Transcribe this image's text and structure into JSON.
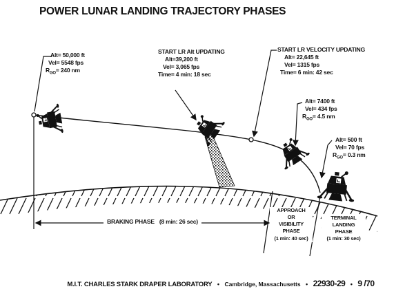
{
  "title": "POWER LUNAR LANDING TRAJECTORY PHASES",
  "callouts": {
    "ignition": {
      "alt": "Alt= 50,000 ft",
      "vel": "Vel= 5548 fps",
      "rgo_base": "R",
      "rgo_sub": "GO",
      "rgo_rest": "= 240 nm"
    },
    "lr_alt": {
      "title": "START LR Alt UPDATING",
      "alt": "Alt=39,200 ft",
      "vel": "Vel= 3,065 fps",
      "time": "Time= 4 min: 18 sec"
    },
    "lr_vel": {
      "title": "START LR VELOCITY UPDATING",
      "alt": "Alt= 22,645 ft",
      "vel": "Vel= 1315 fps",
      "time": "Time= 6 min: 42 sec"
    },
    "highgate": {
      "alt": "Alt= 7400 ft",
      "vel": "Vel= 434 fps",
      "rgo_base": "R",
      "rgo_sub": "GO",
      "rgo_rest": "= 4.5 nm"
    },
    "lowgate": {
      "alt": "Alt= 500 ft",
      "vel": "Vel= 70 fps",
      "rgo_base": "R",
      "rgo_sub": "GO",
      "rgo_rest": "= 0.3 nm"
    }
  },
  "phases": {
    "braking": {
      "label": "BRAKING PHASE",
      "duration": "(8 min: 26 sec)"
    },
    "approach": {
      "line1": "APPROACH",
      "line2": "OR",
      "line3": "VISIBILITY",
      "line4": "PHASE",
      "duration": "(1 min: 40 sec)"
    },
    "terminal": {
      "line1": "TERMINAL",
      "line2": "LANDING",
      "line3": "PHASE",
      "duration": "(1 min: 30 sec)"
    }
  },
  "footer": {
    "org": "M.I.T. CHARLES STARK DRAPER LABORATORY",
    "sep1": "•",
    "location": "Cambridge, Massachusetts",
    "sep2": "•",
    "doc_number": "22930-29",
    "sep3": "•",
    "date": "9 /70"
  },
  "colors": {
    "ink": "#111111",
    "paper": "#ffffff"
  }
}
